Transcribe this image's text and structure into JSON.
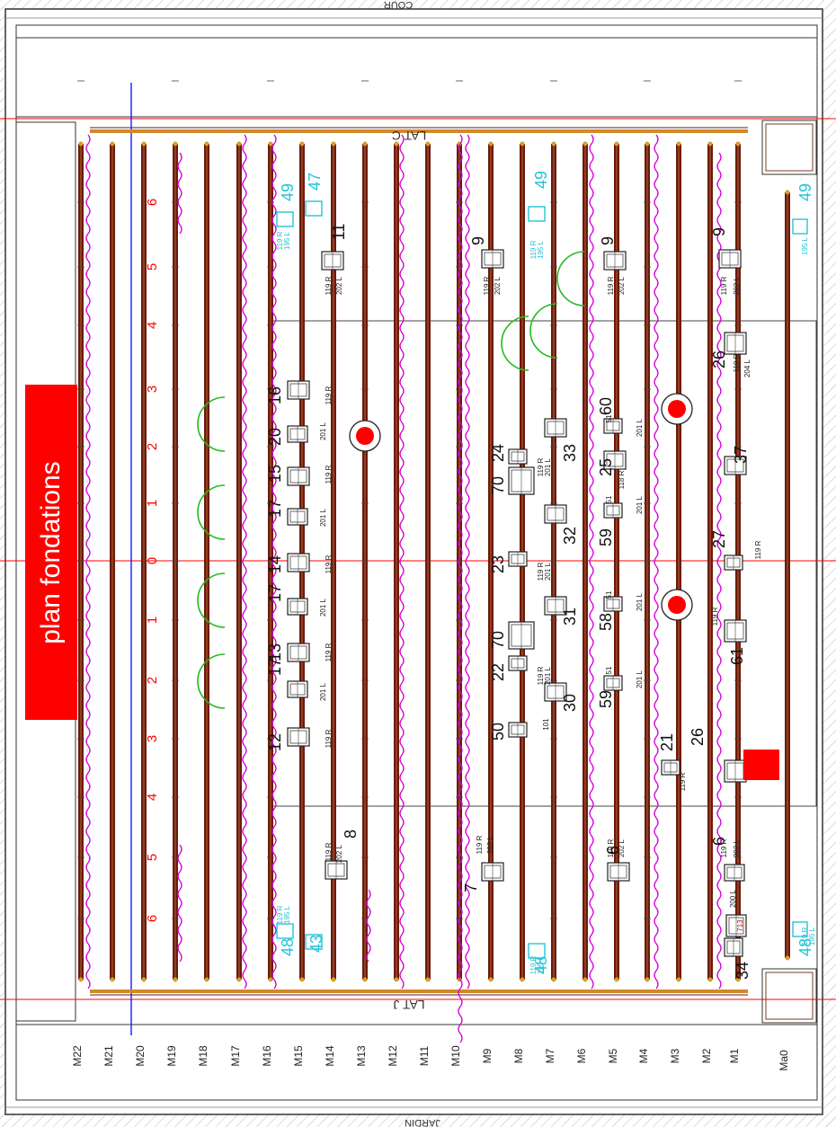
{
  "title": "plan fondations",
  "sides": {
    "top": "COUR",
    "bottom": "JARDIN"
  },
  "lat_labels": {
    "top": "LAT C",
    "bottom": "LAT J"
  },
  "rails": [
    "M22",
    "M21",
    "M20",
    "M19",
    "M18",
    "M17",
    "M16",
    "M15",
    "M14",
    "M13",
    "M12",
    "M11",
    "M10",
    "M9",
    "M8",
    "M7",
    "M6",
    "M5",
    "M4",
    "M3",
    "M2",
    "M1",
    "Ma0"
  ],
  "ruler_marks": [
    "6",
    "5",
    "4",
    "3",
    "2",
    "1",
    "0",
    "1",
    "2",
    "3",
    "4",
    "5",
    "6"
  ],
  "colors": {
    "rail": "#6b1a10",
    "rail_inner": "#b5652a",
    "wave": "#d400d4",
    "cyan": "#22c4d8",
    "red": "#ff0000",
    "green": "#22bb22",
    "blue": "#1a1aff",
    "lat_bar": "#d08a2a"
  },
  "motor_labels": [
    {
      "text": "12",
      "kind": "big"
    },
    {
      "text": "17",
      "kind": "big"
    },
    {
      "text": "13",
      "kind": "big"
    },
    {
      "text": "17",
      "kind": "big"
    },
    {
      "text": "14",
      "kind": "big"
    },
    {
      "text": "17",
      "kind": "big"
    },
    {
      "text": "15",
      "kind": "big"
    },
    {
      "text": "20",
      "kind": "big"
    },
    {
      "text": "16",
      "kind": "big"
    },
    {
      "text": "11",
      "kind": "big"
    },
    {
      "text": "8",
      "kind": "big"
    },
    {
      "text": "9",
      "kind": "big"
    },
    {
      "text": "7",
      "kind": "big"
    },
    {
      "text": "50",
      "kind": "big"
    },
    {
      "text": "22",
      "kind": "big"
    },
    {
      "text": "70",
      "kind": "big"
    },
    {
      "text": "23",
      "kind": "big"
    },
    {
      "text": "70",
      "kind": "big"
    },
    {
      "text": "24",
      "kind": "big"
    },
    {
      "text": "30",
      "kind": "big"
    },
    {
      "text": "31",
      "kind": "big"
    },
    {
      "text": "32",
      "kind": "big"
    },
    {
      "text": "33",
      "kind": "big"
    },
    {
      "text": "59",
      "kind": "big"
    },
    {
      "text": "58",
      "kind": "big"
    },
    {
      "text": "59",
      "kind": "big"
    },
    {
      "text": "25",
      "kind": "big"
    },
    {
      "text": "60",
      "kind": "big"
    },
    {
      "text": "9",
      "kind": "big"
    },
    {
      "text": "6",
      "kind": "big"
    },
    {
      "text": "21",
      "kind": "big"
    },
    {
      "text": "26",
      "kind": "big"
    },
    {
      "text": "61",
      "kind": "big"
    },
    {
      "text": "27",
      "kind": "big"
    },
    {
      "text": "37",
      "kind": "big"
    },
    {
      "text": "26",
      "kind": "big"
    },
    {
      "text": "9",
      "kind": "big"
    },
    {
      "text": "6",
      "kind": "big"
    },
    {
      "text": "34",
      "kind": "big"
    }
  ],
  "cyan_labels": [
    "49",
    "47",
    "43",
    "48",
    "49",
    "48",
    "49",
    "48"
  ],
  "small_labels": {
    "r119": "119 R",
    "l201": "201 L",
    "l202": "202 L",
    "l195": "195 L",
    "l204": "204 L",
    "l200": "200 L",
    "r118": "118 R",
    "n713": "713",
    "n101": "101",
    "m51": "51"
  }
}
